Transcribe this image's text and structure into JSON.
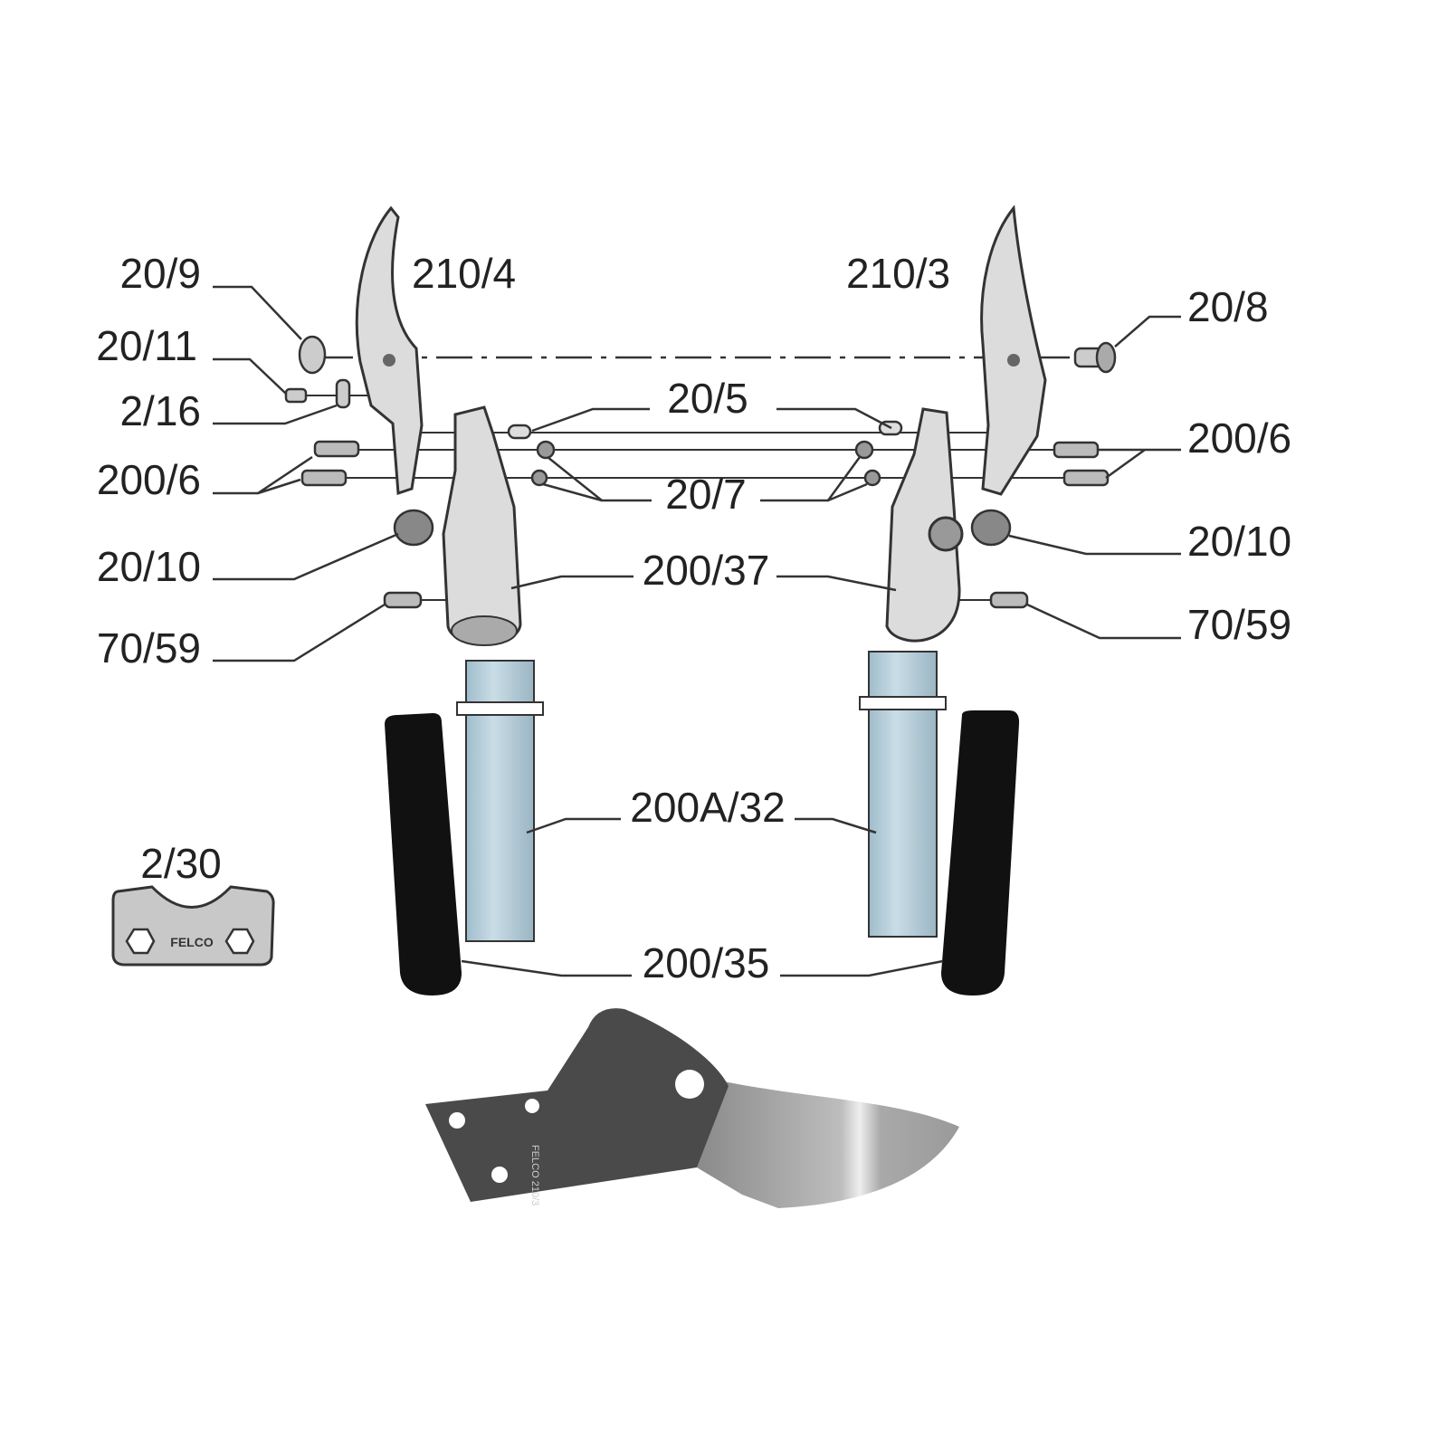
{
  "diagram": {
    "labels": {
      "l_20_9": "20/9",
      "l_20_11": "20/11",
      "l_2_16": "2/16",
      "l_200_6_left": "200/6",
      "l_20_10_left": "20/10",
      "l_70_59_left": "70/59",
      "l_210_4": "210/4",
      "l_210_3": "210/3",
      "l_20_8": "20/8",
      "l_20_5": "20/5",
      "l_200_6_right": "200/6",
      "l_20_7": "20/7",
      "l_20_10_right": "20/10",
      "l_200_37": "200/37",
      "l_70_59_right": "70/59",
      "l_200A_32": "200A/32",
      "l_200_35": "200/35",
      "l_2_30": "2/30"
    },
    "logos": {
      "wrench_logo": "FELCO",
      "blade_imprint": "FELCO 210/3"
    },
    "colors": {
      "metal_light": "#dcdcdc",
      "tube": "#b8d0dc",
      "grip": "#111111",
      "blade_dark": "#4a4a4a",
      "blade_edge": "#a8a8a8"
    }
  }
}
